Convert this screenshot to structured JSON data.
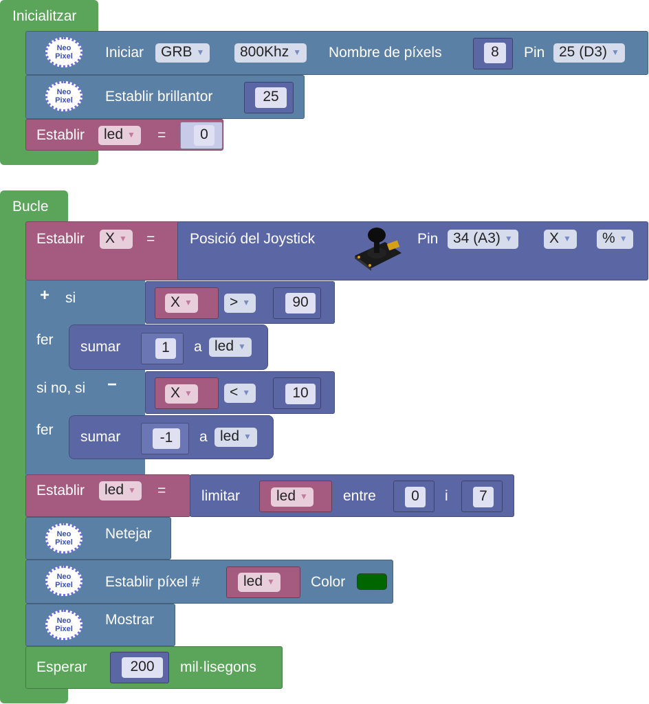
{
  "init": {
    "hat_label": "Inicialitzar",
    "neopixel_init": {
      "label": "Iniciar",
      "type": "GRB",
      "freq": "800Khz",
      "count_label": "Nombre de píxels",
      "count": "8",
      "pin_label": "Pin",
      "pin": "25 (D3)"
    },
    "brightness": {
      "label": "Establir brillantor",
      "value": "25"
    },
    "set_led": {
      "label": "Establir",
      "var": "led",
      "eq": "=",
      "value": "0"
    }
  },
  "loop": {
    "hat_label": "Bucle",
    "set_x": {
      "label": "Establir",
      "var": "X",
      "eq": "=",
      "joy_label": "Posició del Joystick",
      "pin_label": "Pin",
      "pin": "34 (A3)",
      "axis": "X",
      "unit": "%"
    },
    "if": {
      "plus": "+",
      "if_label": "si",
      "do_label": "fer",
      "cond1": {
        "var": "X",
        "op": ">",
        "value": "90"
      },
      "do1": {
        "label": "sumar",
        "value": "1",
        "to": "a",
        "var": "led"
      },
      "elseif_label": "si no, si",
      "minus": "−",
      "cond2": {
        "var": "X",
        "op": "<",
        "value": "10"
      },
      "do2": {
        "label": "sumar",
        "value": "-1",
        "to": "a",
        "var": "led"
      }
    },
    "constrain": {
      "label": "Establir",
      "var": "led",
      "eq": "=",
      "limit": "limitar",
      "arg": "led",
      "between": "entre",
      "low": "0",
      "and": "i",
      "high": "7"
    },
    "clear": {
      "label": "Netejar"
    },
    "set_pixel": {
      "label": "Establir píxel #",
      "var": "led",
      "color_label": "Color",
      "color": "#006600"
    },
    "show": {
      "label": "Mostrar"
    },
    "wait": {
      "label": "Esperar",
      "value": "200",
      "unit": "mil·lisegons"
    }
  },
  "icons": {
    "neopixel": "neopixel-icon",
    "joystick": "joystick-icon",
    "dropdown": "dropdown-arrow-icon"
  },
  "neopixel_icon_text": {
    "line1": "Neo",
    "line2": "Pixel"
  },
  "colors": {
    "hat": "#5ba55b",
    "neopixel": "#5b80a5",
    "variables": "#a55b80",
    "math": "#5b67a5"
  }
}
